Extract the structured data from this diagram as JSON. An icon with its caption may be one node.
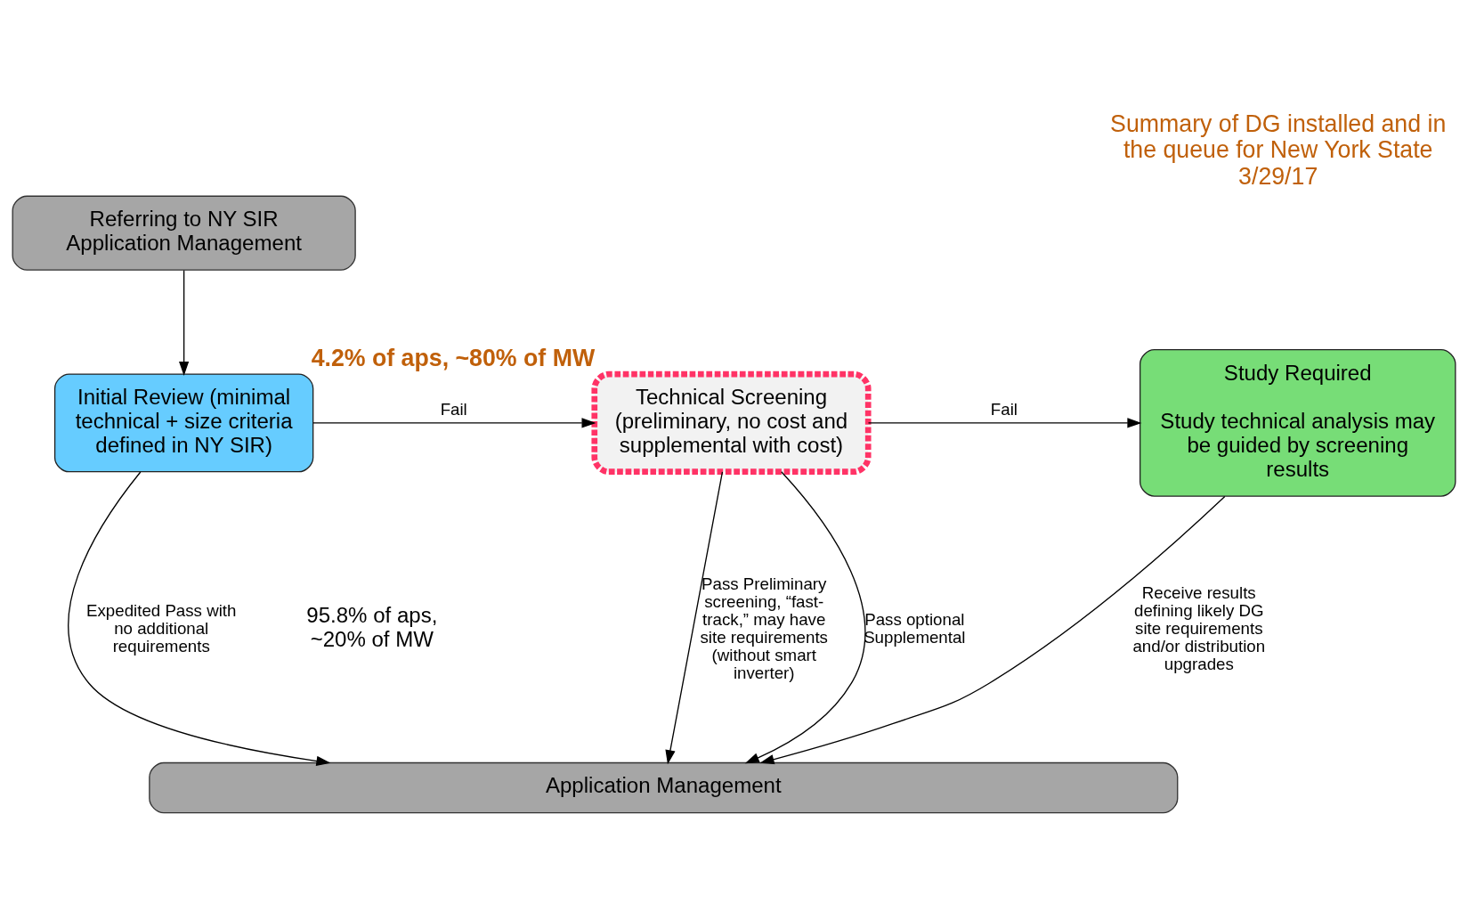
{
  "diagram": {
    "title": "Summary of DG installed and in the queue for New York State 3/29/17",
    "nodes": [
      {
        "text": [
          "Referring to NY SIR Application Management"
        ]
      },
      {
        "text": [
          "Initial Review (minimal technical + size criteria defined in NY SIR)"
        ]
      },
      {
        "text": [
          "Technical Screening (preliminary, no cost and supplemental with cost)"
        ],
        "beside": [
          "4.2% of aps, ~80% of MW"
        ]
      },
      {
        "text": [
          "Study Required",
          "Study technical analysis may be guided by screening results"
        ]
      },
      {
        "text": [
          "Application Management"
        ]
      }
    ],
    "edges": [
      {
        "from": 0,
        "to": 1,
        "arrow": "to"
      },
      {
        "from": 1,
        "to": 2,
        "arrow": "to",
        "label": "Fail"
      },
      {
        "from": 2,
        "to": 3,
        "arrow": "to",
        "label": "Fail"
      },
      {
        "from": 1,
        "to": 4,
        "arrow": "to",
        "label": "Expedited Pass with no additional requirements"
      },
      {
        "from": 2,
        "to": 4,
        "arrow": "to",
        "label": "Pass Preliminary screening, “fast-track,” may have site requirements (without smart inverter)"
      },
      {
        "from": 2,
        "to": 4,
        "arrow": "to",
        "label": "Pass optional Supplemental"
      },
      {
        "from": 3,
        "to": 4,
        "arrow": "to",
        "label": "Receive results defining likely DG site requirements and/or distribution upgrades"
      }
    ],
    "labels": [
      "95.8% of aps, ~20% of MW"
    ]
  }
}
